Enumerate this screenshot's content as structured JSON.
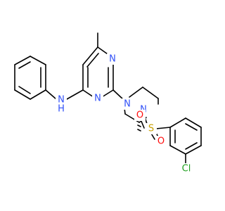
{
  "molecule": {
    "atoms": {
      "n_pyr_top": "N",
      "n_pyr_left": "N",
      "nh_n": "N",
      "nh_h": "H",
      "n_pip_left": "N",
      "n_pip_right": "N",
      "sulfur": "S",
      "o_top": "O",
      "o_bottom": "O",
      "chlorine": "Cl"
    },
    "colors": {
      "nitrogen": "#3050F8",
      "sulfur": "#C8A000",
      "oxygen": "#FF0D0D",
      "chlorine": "#1FA01F",
      "bond": "#000000"
    }
  }
}
